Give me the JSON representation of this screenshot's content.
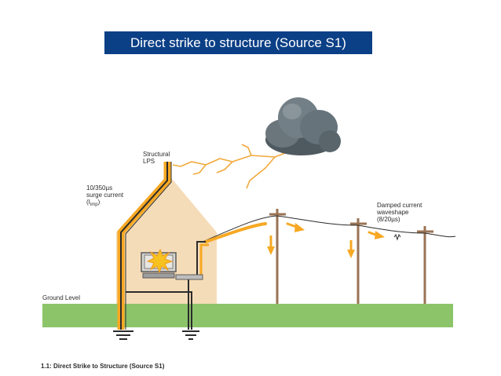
{
  "slide": {
    "title": "Direct strike to structure (Source S1)",
    "caption": "1.1: Direct Strike to Structure (Source S1)"
  },
  "labels": {
    "structural_lps": [
      "Structural",
      "LPS"
    ],
    "surge_current": [
      "10/350µs",
      "surge current"
    ],
    "surge_symbol": "(I",
    "surge_sub": "imp",
    "surge_close": ")",
    "damped_current": [
      "Damped current",
      "waveshape",
      "(8/20µs)"
    ],
    "ground_level": "Ground Level"
  },
  "colors": {
    "title_bg": "#0b3f86",
    "ground": "#8cc46a",
    "house": "#f5dcb8",
    "surge": "#f7a823",
    "conductor": "#2b2b2b",
    "pole": "#9a7354",
    "cloud": "#5f6b72"
  }
}
